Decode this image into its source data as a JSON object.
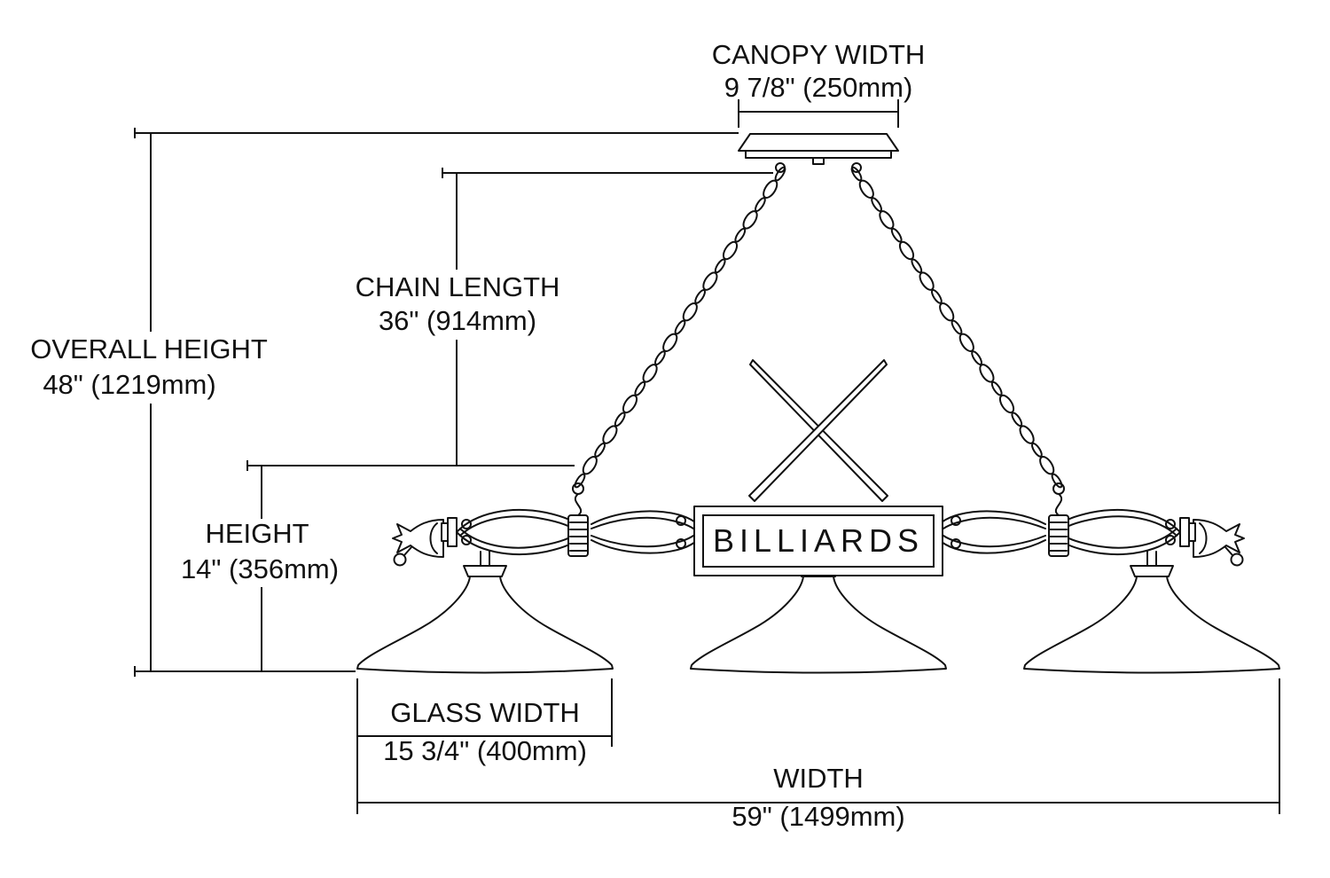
{
  "colors": {
    "line": "#111111",
    "background": "#ffffff"
  },
  "sign": {
    "text": "BILLIARDS"
  },
  "dimensions": {
    "canopy_width": {
      "label": "CANOPY WIDTH",
      "value": "9 7/8\" (250mm)"
    },
    "chain_length": {
      "label": "CHAIN LENGTH",
      "value": "36\" (914mm)"
    },
    "overall_height": {
      "label": "OVERALL HEIGHT",
      "value": "48\" (1219mm)"
    },
    "height": {
      "label": "HEIGHT",
      "value": "14\" (356mm)"
    },
    "glass_width": {
      "label": "GLASS WIDTH",
      "value": "15 3/4\" (400mm)"
    },
    "width": {
      "label": "WIDTH",
      "value": "59\" (1499mm)"
    }
  }
}
